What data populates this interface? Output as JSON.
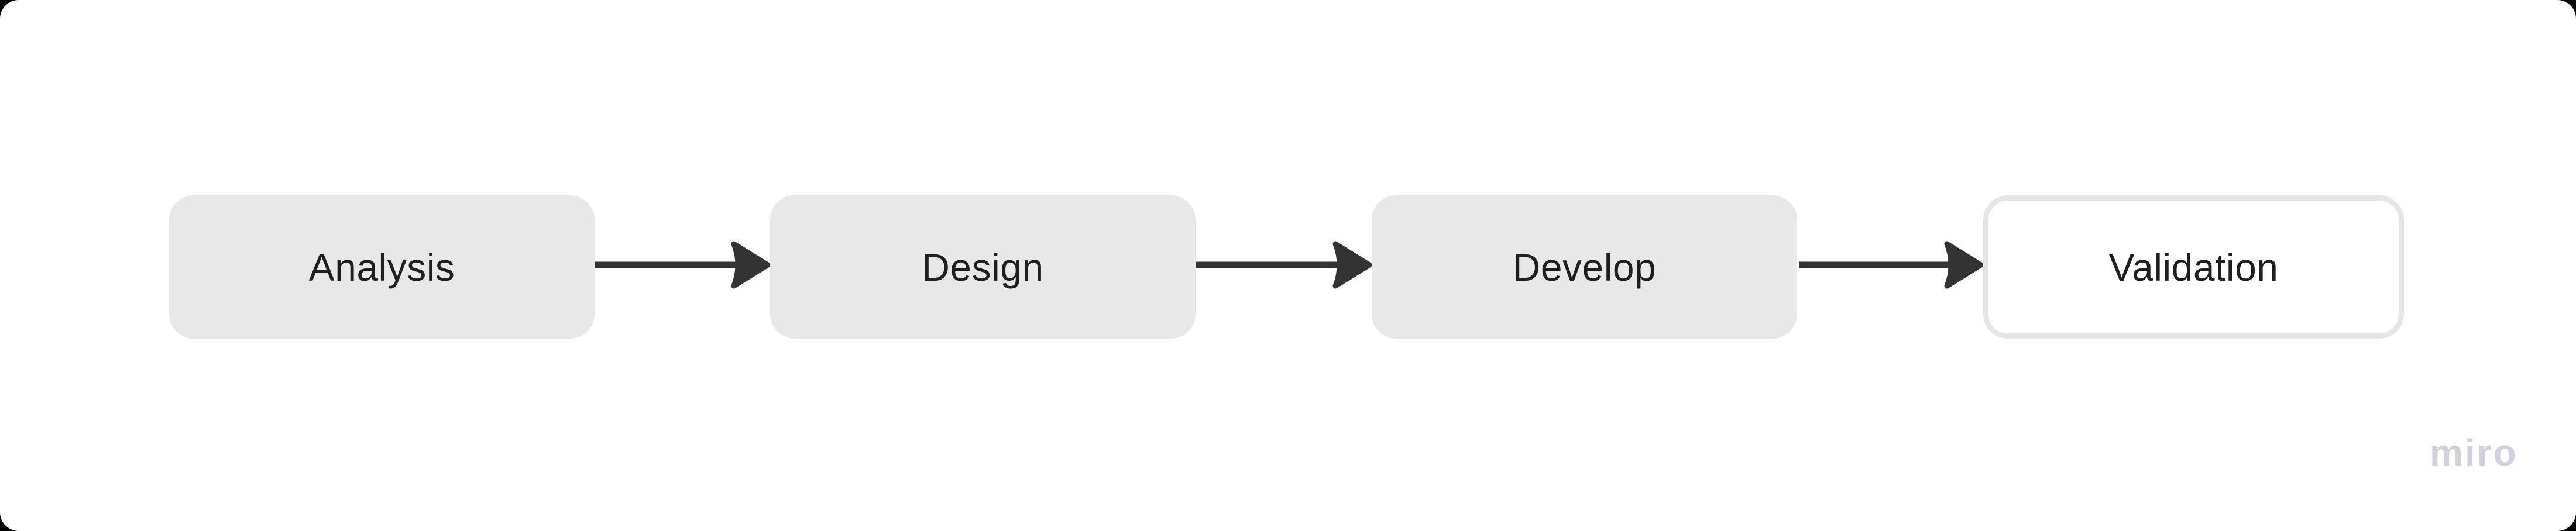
{
  "diagram": {
    "type": "flowchart",
    "direction": "left-to-right",
    "nodes": [
      {
        "id": "analysis",
        "label": "Analysis",
        "style": "filled"
      },
      {
        "id": "design",
        "label": "Design",
        "style": "filled"
      },
      {
        "id": "develop",
        "label": "Develop",
        "style": "filled"
      },
      {
        "id": "validation",
        "label": "Validation",
        "style": "outlined"
      }
    ],
    "connections": [
      {
        "from": "Analysis",
        "to": "Design"
      },
      {
        "from": "Design",
        "to": "Develop"
      },
      {
        "from": "Develop",
        "to": "Validation"
      }
    ],
    "colors": {
      "canvas_background": "#ffffff",
      "node_fill": "#e8e8e8",
      "node_outline": "#e6e6e6",
      "node_text": "#1f1f1f",
      "arrow": "#333333",
      "watermark": "#d1d1db"
    }
  },
  "watermark": {
    "label": "miro"
  }
}
